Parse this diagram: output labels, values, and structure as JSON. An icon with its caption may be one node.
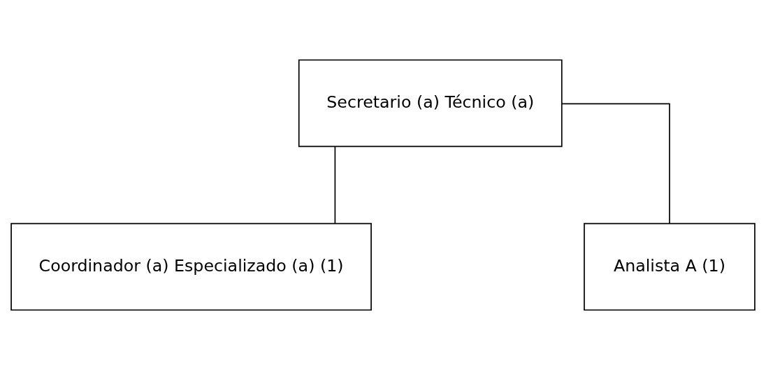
{
  "diagram": {
    "nodes": [
      {
        "text": [
          "Secretario (a) Técnico (a)"
        ]
      },
      {
        "text": [
          "Coordinador (a) Especializado (a) (1)"
        ]
      },
      {
        "text": [
          "Analista A (1)"
        ]
      }
    ],
    "edges": [
      {
        "from": 0,
        "to": 1,
        "arrow": "none"
      },
      {
        "from": 0,
        "to": 2,
        "arrow": "none"
      }
    ]
  }
}
